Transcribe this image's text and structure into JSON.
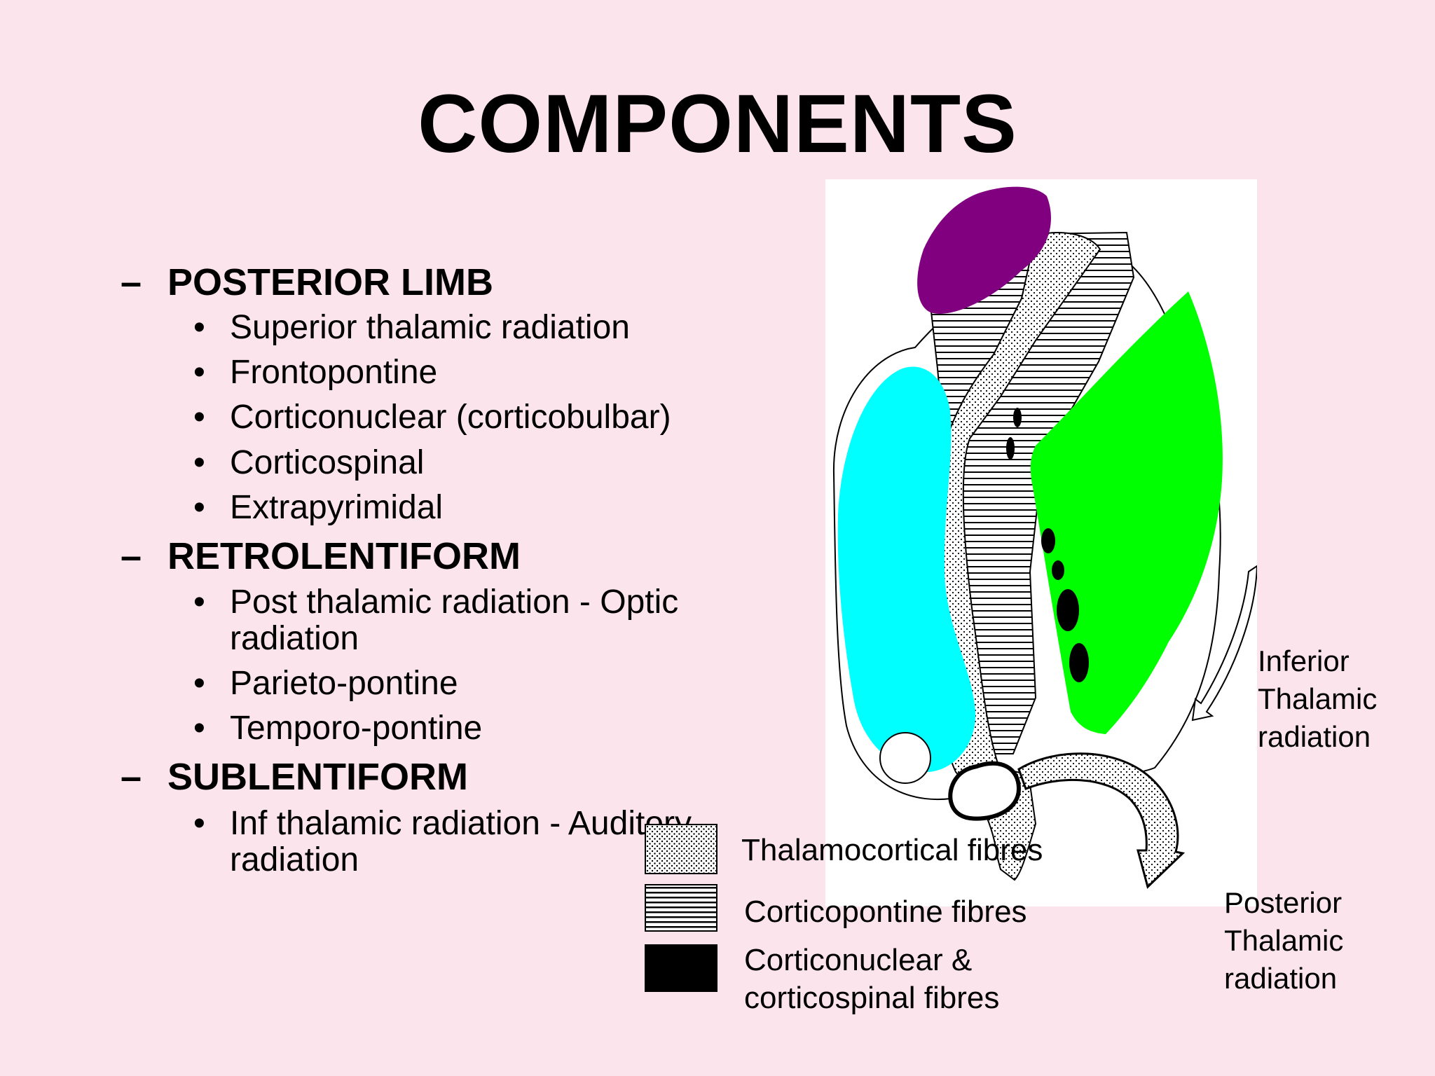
{
  "slide": {
    "title": "COMPONENTS",
    "background_color": "#fce4ec"
  },
  "outline": [
    {
      "heading": "POSTERIOR LIMB",
      "items": [
        "Superior thalamic radiation",
        "Frontopontine",
        "Corticonuclear (corticobulbar)",
        "Corticospinal",
        "Extrapyrimidal"
      ]
    },
    {
      "heading": "RETROLENTIFORM",
      "items": [
        "Post thalamic radiation - Optic",
        "radiation",
        "Parieto-pontine",
        "Temporo-pontine"
      ]
    },
    {
      "heading": "SUBLENTIFORM",
      "items": [
        "Inf thalamic radiation - Auditory",
        "radiation"
      ]
    }
  ],
  "bullet_glyph": "•",
  "dash_glyph": "–",
  "diagram": {
    "labels": {
      "inferior": [
        "Inferior",
        "Thalamic",
        "radiation"
      ],
      "posterior": [
        "Posterior",
        "Thalamic",
        "radiation"
      ]
    },
    "colors": {
      "caudate": "#800080",
      "thalamus": "#00ffff",
      "lentiform": "#00ff00"
    },
    "legend": {
      "thalamocortical": "Thalamocortical fibres",
      "corticopontine": "Corticopontine fibres",
      "corticonuclear_1": "Corticonuclear &",
      "corticonuclear_2": "corticospinal fibres"
    }
  }
}
